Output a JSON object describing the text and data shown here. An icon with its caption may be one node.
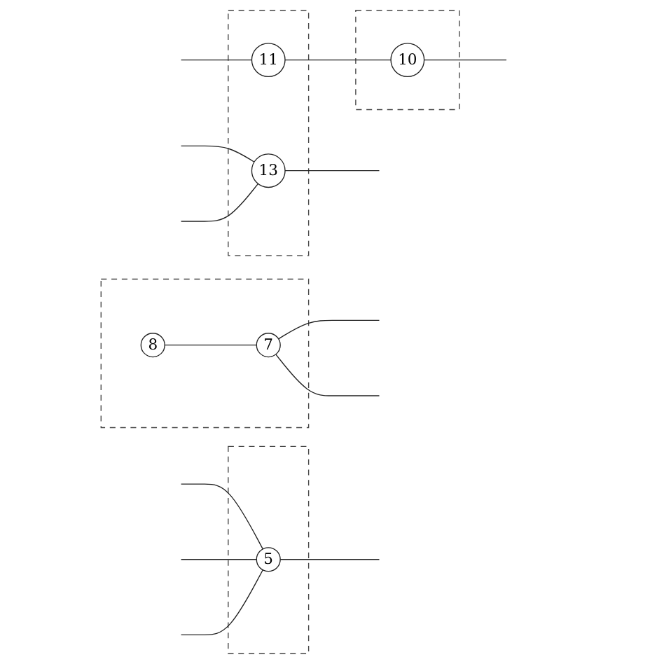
{
  "diagram": {
    "nodes": [
      {
        "text": [],
        "shape": "box"
      },
      {
        "text": [
          "13"
        ],
        "in": 0
      },
      {
        "text": [
          "11"
        ],
        "in": 0
      },
      {
        "text": [],
        "shape": "box"
      },
      {
        "text": [
          "10"
        ],
        "in": 3
      },
      {
        "text": [],
        "shape": "box"
      },
      {
        "text": [
          "7"
        ],
        "in": 5
      },
      {
        "text": [
          "8"
        ],
        "in": 5
      },
      {
        "text": [],
        "shape": "box"
      },
      {
        "text": [
          "5"
        ],
        "in": 8
      }
    ],
    "edges": [
      {
        "from": null,
        "to": 1,
        "arrow": "none"
      },
      {
        "from": null,
        "to": 1,
        "arrow": "none"
      },
      {
        "from": 1,
        "to": null,
        "arrow": "none"
      },
      {
        "from": null,
        "to": 2,
        "arrow": "none"
      },
      {
        "from": 2,
        "to": 4,
        "arrow": "none"
      },
      {
        "from": 4,
        "to": null,
        "arrow": "none"
      },
      {
        "from": 7,
        "to": 6,
        "arrow": "none"
      },
      {
        "from": 6,
        "to": null,
        "arrow": "none"
      },
      {
        "from": 6,
        "to": null,
        "arrow": "none"
      },
      {
        "from": null,
        "to": 9,
        "arrow": "none"
      },
      {
        "from": null,
        "to": 9,
        "arrow": "none"
      },
      {
        "from": null,
        "to": 9,
        "arrow": "none"
      },
      {
        "from": 9,
        "to": null,
        "arrow": "none"
      }
    ]
  }
}
